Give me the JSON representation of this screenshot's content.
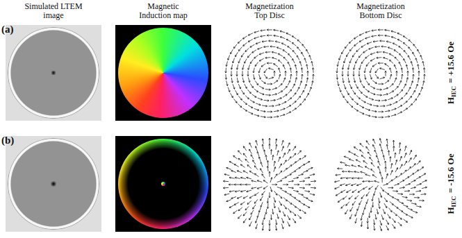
{
  "diagram": {
    "labels": [
      "Simulated LTEM image",
      "Magnetic Induction map",
      "Magnetization Top Disc",
      "Magnetization Bottom Disc",
      "(a)",
      "H",
      "IEC",
      "= +15.6 Oe",
      "(b)",
      "H",
      "IEC",
      "= -15.6 Oe"
    ]
  }
}
